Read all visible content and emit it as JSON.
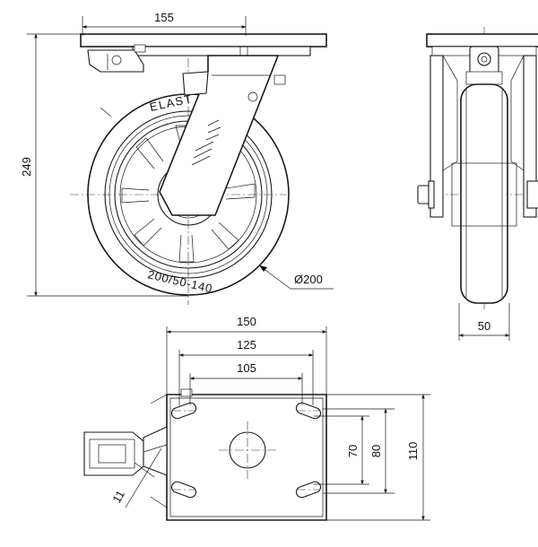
{
  "dimensions": {
    "top_width": "155",
    "height": "249",
    "wheel_diameter": "Ø200",
    "wheel_width": "50",
    "plate_length": "150",
    "hole_spacing_long_outer": "125",
    "hole_spacing_long_inner": "105",
    "hole_spacing_short_inner": "70",
    "hole_spacing_short_outer": "80",
    "plate_width": "110",
    "slot_width": "11"
  },
  "tyre": {
    "brand": "ELAST",
    "size": "200/50-140"
  }
}
